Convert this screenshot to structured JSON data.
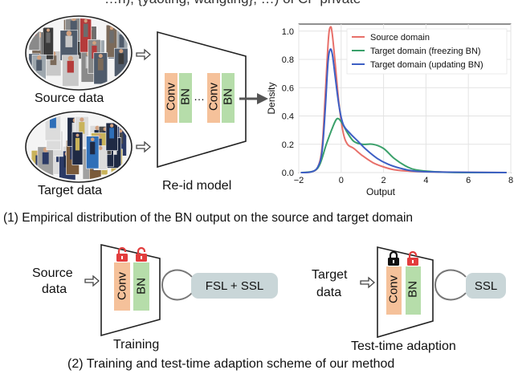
{
  "top_caption_partial": "…n), {yaoting, wangting}, …) of CF private",
  "panel1": {
    "source_label": "Source data",
    "target_label": "Target data",
    "model_label": "Re-id model",
    "block_conv_label": "Conv",
    "block_bn_label": "BN",
    "ellipsis": "…",
    "caption": "(1) Empirical distribution of the BN output on the source and target domain"
  },
  "panel2": {
    "training": {
      "input_label_line1": "Source",
      "input_label_line2": "data",
      "conv_label": "Conv",
      "bn_label": "BN",
      "loss_label": "FSL + SSL",
      "caption": "Training",
      "conv_lock": "unlocked",
      "bn_lock": "unlocked"
    },
    "testtime": {
      "input_label_line1": "Target",
      "input_label_line2": "data",
      "conv_label": "Conv",
      "bn_label": "BN",
      "loss_label": "SSL",
      "caption": "Test-time adaption",
      "conv_lock": "locked",
      "bn_lock": "unlocked"
    },
    "caption": "(2) Training and test-time adaption scheme of our method"
  },
  "colors": {
    "conv": "#f5c19a",
    "bn": "#b6ddaa",
    "lock_open": "#e23d3d",
    "lock_closed": "#111111",
    "source_curve": "#e8706a",
    "target_freeze_curve": "#3aa06a",
    "target_update_curve": "#3d5fc4"
  },
  "chart_data": {
    "type": "line",
    "xlabel": "Output",
    "ylabel": "Density",
    "xlim": [
      -2,
      8
    ],
    "ylim": [
      0,
      1.05
    ],
    "x_ticks": [
      "−2",
      "0",
      "2",
      "4",
      "6",
      "8"
    ],
    "y_ticks": [
      "0.0",
      "0.2",
      "0.4",
      "0.6",
      "0.8",
      "1.0"
    ],
    "grid": true,
    "legend_position": "top-right",
    "series": [
      {
        "name": "Source domain",
        "color": "#e8706a",
        "points": [
          [
            -1.9,
            0.0
          ],
          [
            -1.4,
            0.005
          ],
          [
            -1.1,
            0.04
          ],
          [
            -0.9,
            0.18
          ],
          [
            -0.75,
            0.55
          ],
          [
            -0.6,
            0.95
          ],
          [
            -0.5,
            1.03
          ],
          [
            -0.42,
            0.98
          ],
          [
            -0.3,
            0.8
          ],
          [
            -0.1,
            0.48
          ],
          [
            0.1,
            0.28
          ],
          [
            0.3,
            0.2
          ],
          [
            0.6,
            0.17
          ],
          [
            1.0,
            0.12
          ],
          [
            1.5,
            0.07
          ],
          [
            2.0,
            0.04
          ],
          [
            2.5,
            0.02
          ],
          [
            3.2,
            0.01
          ],
          [
            4.5,
            0.004
          ],
          [
            7.8,
            0.0
          ]
        ]
      },
      {
        "name": "Target domain (freezing BN)",
        "color": "#3aa06a",
        "points": [
          [
            -1.9,
            0.0
          ],
          [
            -1.3,
            0.01
          ],
          [
            -1.0,
            0.06
          ],
          [
            -0.7,
            0.2
          ],
          [
            -0.4,
            0.32
          ],
          [
            -0.2,
            0.38
          ],
          [
            0.0,
            0.36
          ],
          [
            0.3,
            0.28
          ],
          [
            0.6,
            0.22
          ],
          [
            1.0,
            0.2
          ],
          [
            1.5,
            0.2
          ],
          [
            2.0,
            0.17
          ],
          [
            2.5,
            0.1
          ],
          [
            3.0,
            0.05
          ],
          [
            3.5,
            0.02
          ],
          [
            4.5,
            0.005
          ],
          [
            6.0,
            0.0
          ],
          [
            7.8,
            0.0
          ]
        ]
      },
      {
        "name": "Target domain (updating BN)",
        "color": "#3d5fc4",
        "points": [
          [
            -1.9,
            0.0
          ],
          [
            -1.4,
            0.005
          ],
          [
            -1.1,
            0.04
          ],
          [
            -0.9,
            0.15
          ],
          [
            -0.75,
            0.45
          ],
          [
            -0.62,
            0.78
          ],
          [
            -0.52,
            0.87
          ],
          [
            -0.42,
            0.84
          ],
          [
            -0.3,
            0.7
          ],
          [
            -0.1,
            0.47
          ],
          [
            0.1,
            0.34
          ],
          [
            0.4,
            0.28
          ],
          [
            0.8,
            0.22
          ],
          [
            1.2,
            0.16
          ],
          [
            1.7,
            0.1
          ],
          [
            2.2,
            0.06
          ],
          [
            2.8,
            0.03
          ],
          [
            3.5,
            0.01
          ],
          [
            5.0,
            0.003
          ],
          [
            7.8,
            0.0
          ]
        ]
      }
    ]
  }
}
